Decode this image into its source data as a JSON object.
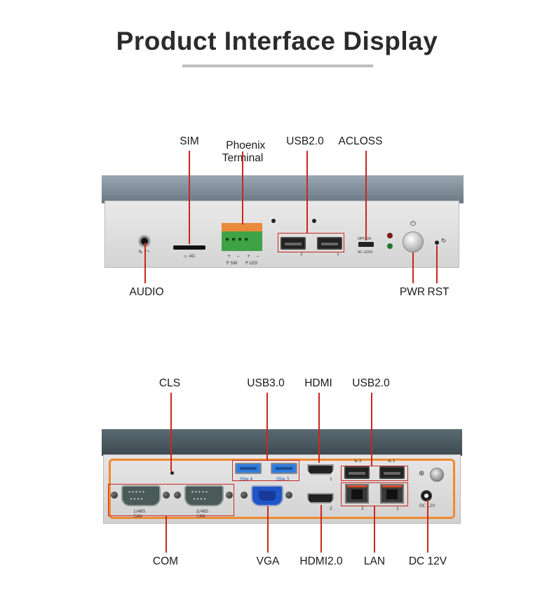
{
  "title": "Product Interface Display",
  "top_panel": {
    "labels": {
      "sim": "SIM",
      "phoenix": "Phoenix\nTerminal",
      "usb20": "USB2.0",
      "acloss": "ACLOSS",
      "audio": "AUDIO",
      "pwr": "PWR",
      "rst": "RST"
    },
    "silk": {
      "sim_4g": "4G",
      "terminal_plus1": "+",
      "terminal_minus1": "−",
      "terminal_plus2": "+",
      "terminal_minus2": "−",
      "terminal_p_sw": "P  SW",
      "terminal_p_led": "P  LED",
      "usb_left": "2",
      "usb_right": "1",
      "acloss_switch": "OFF/ON",
      "acloss_text": "AC LOSS"
    }
  },
  "bottom_panel": {
    "labels": {
      "cls": "CLS",
      "usb30": "USB3.0",
      "hdmi": "HDMI",
      "usb20": "USB2.0",
      "com": "COM",
      "vga": "VGA",
      "hdmi20": "HDMI2.0",
      "lan": "LAN",
      "dc12v": "DC 12V"
    },
    "silk": {
      "com1": "1/485\nCAN",
      "com2": "2/485\nCAN",
      "usb3_4": "SS⇆ 4",
      "usb3_3": "SS⇆ 3",
      "hdmi_1": "1",
      "hdmi_2": "2",
      "usb2_2": "⇆ 2",
      "usb2_1": "⇆ 1",
      "lan_2": "2",
      "lan_1": "1",
      "dc": "DC 12V"
    }
  },
  "colors": {
    "accent": "#c8281f",
    "panel_orange": "#f08a2e",
    "terminal_green": "#3fa346",
    "terminal_orange": "#e88a3a"
  }
}
